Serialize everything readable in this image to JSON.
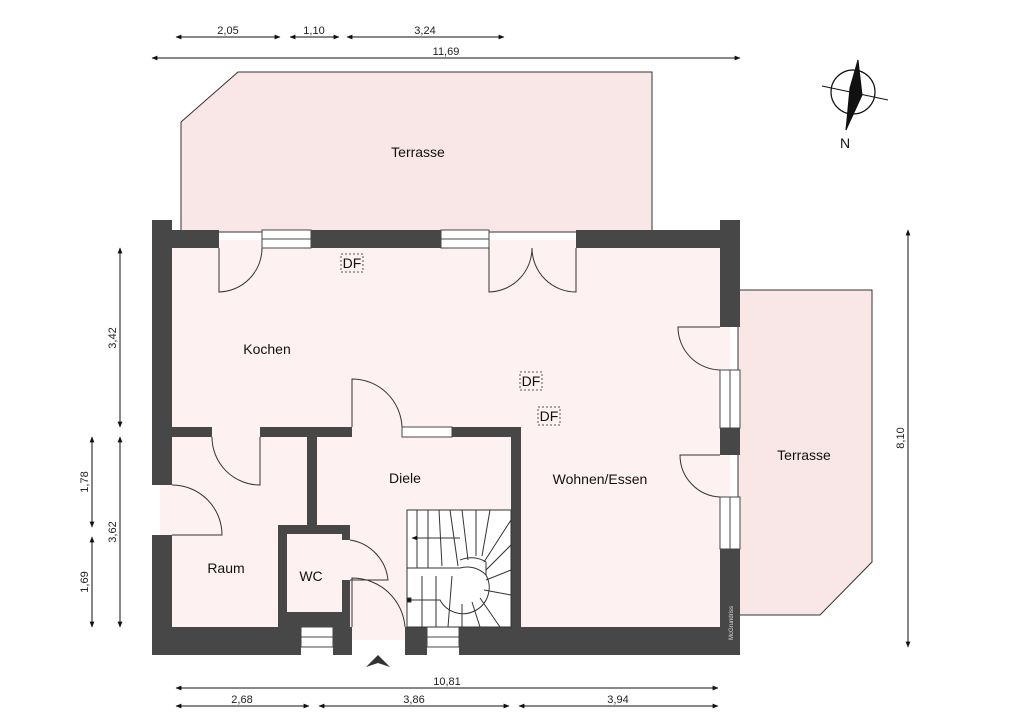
{
  "rooms": {
    "terrace_top": "Terrasse",
    "kitchen": "Kochen",
    "hall": "Diele",
    "living": "Wohnen/Essen",
    "terrace_right": "Terrasse",
    "room": "Raum",
    "wc": "WC"
  },
  "markers": [
    "DF",
    "DF",
    "DF"
  ],
  "compass": {
    "label": "N"
  },
  "dimensions": {
    "top": [
      "2,05",
      "1,10",
      "3,24"
    ],
    "top_total": "11,69",
    "left_outer": [
      "3,42",
      "3,62"
    ],
    "left_inner": [
      "1,78",
      "1,69"
    ],
    "right": "8,10",
    "bottom_total": "10,81",
    "bottom": [
      "2,68",
      "3,86",
      "3,94"
    ]
  },
  "watermark": "McGrundriss",
  "colors": {
    "wall": "#474747",
    "floor": "#fdf1f1",
    "terrace": "#f9e7e7"
  }
}
